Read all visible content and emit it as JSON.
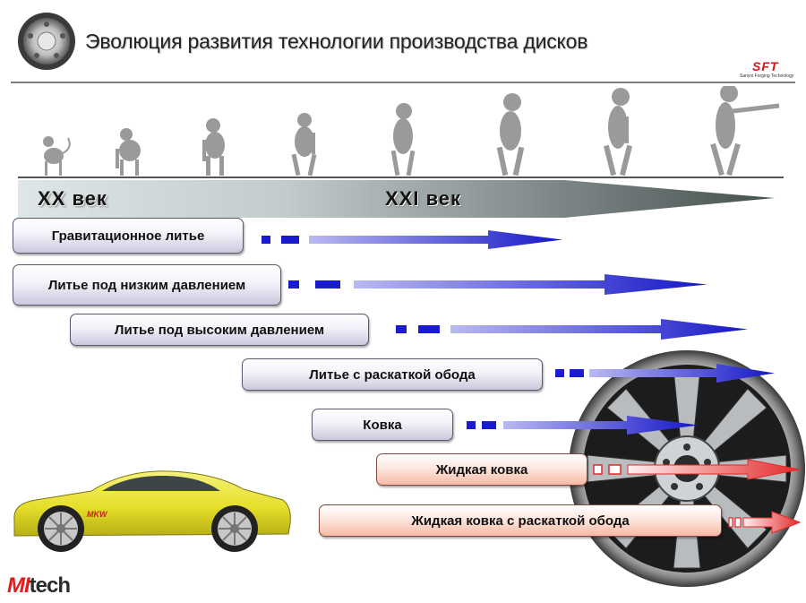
{
  "title": "Эволюция развития технологии производства дисков",
  "logo_sft": {
    "name": "SFT",
    "tagline": "Sanyoi Forging Technology"
  },
  "timeline": {
    "start_label": "XX век",
    "end_label": "XXI век"
  },
  "technologies": [
    {
      "label": "Гравитационное литье",
      "tone": "blue"
    },
    {
      "label": "Литье под низким давлением",
      "tone": "blue"
    },
    {
      "label": "Литье под высоким давлением",
      "tone": "blue"
    },
    {
      "label": "Литье с раскаткой обода",
      "tone": "blue"
    },
    {
      "label": "Ковка",
      "tone": "blue"
    },
    {
      "label": "Жидкая ковка",
      "tone": "red"
    },
    {
      "label": "Жидкая ковка с раскаткой обода",
      "tone": "red"
    }
  ],
  "car_badge": "MKW",
  "brand": {
    "part1": "MI",
    "part2": "tech"
  },
  "colors": {
    "arrow_blue": "#1a1ad0",
    "arrow_red": "#e83a3a",
    "timeline_dark": "#4f5a5e",
    "brand_red": "#e21b1b"
  }
}
